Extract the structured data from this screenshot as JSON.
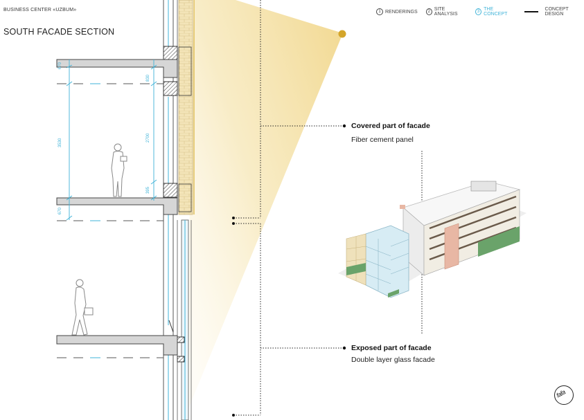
{
  "header": {
    "brand": "BUSINESS CENTER «UZBUM»",
    "page_title": "SOUTH FACADE SECTION"
  },
  "nav": {
    "items": [
      {
        "num": "1",
        "label": "RENDERINGS"
      },
      {
        "num": "2",
        "label": "SITE ANALYSIS"
      },
      {
        "num": "3",
        "label": "THE CONCEPT",
        "active": true
      }
    ],
    "section_label": "CONCEPT DESIGN"
  },
  "dimensions": {
    "slab_top": "670",
    "floor_height": "3530",
    "slab_bottom": "670",
    "panel_top": "830",
    "glazing_height": "2700",
    "panel_bottom": "395"
  },
  "callouts": {
    "covered_title": "Covered part of facade",
    "covered_sub": "Fiber cement panel",
    "exposed_title": "Exposed part of facade",
    "exposed_sub": "Double layer glass facade"
  },
  "logo": {
    "text": "fafa"
  },
  "colors": {
    "accent": "#3fb3d8",
    "sun": "#d4a52a",
    "light": "#f3dc96",
    "panel": "#f0e0b2"
  }
}
